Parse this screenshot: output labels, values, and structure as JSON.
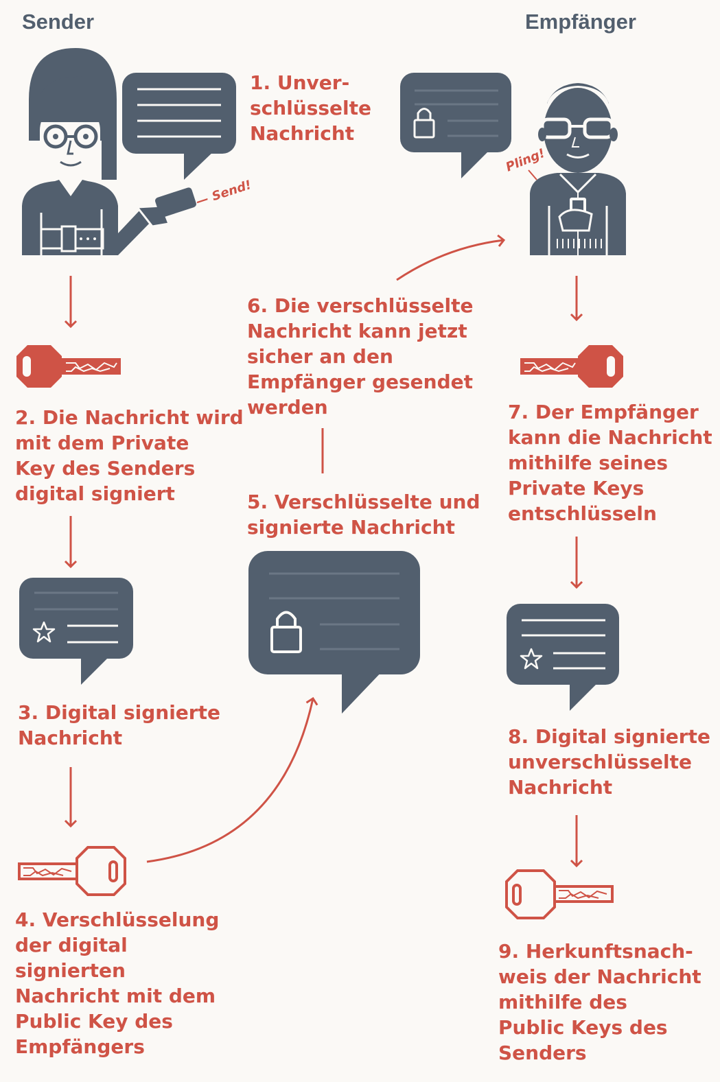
{
  "headers": {
    "sender": "Sender",
    "receiver": "Empfänger"
  },
  "steps": {
    "s1": "1. Unver-\nschlüsselte\nNachricht",
    "s2": "2. Die Nachricht wird\nmit dem Private\nKey des Senders\ndigital signiert",
    "s3": "3. Digital signierte\nNachricht",
    "s4": "4. Verschlüsselung\nder digital\nsignierten\nNachricht mit dem\nPublic Key des\nEmpfängers",
    "s5": "5. Verschlüsselte und\nsignierte Nachricht",
    "s6": "6. Die verschlüsselte\nNachricht kann jetzt\nsicher an den\nEmpfänger gesendet\nwerden",
    "s7": "7. Der Empfänger\nkann die Nachricht\nmithilfe seines\nPrivate Keys\nentschlüsseln",
    "s8": "8. Digital signierte\nunverschlüsselte\nNachricht",
    "s9": "9. Herkunftsnach-\nweis der Nachricht\nmithilfe des\nPublic Keys des\nSenders"
  },
  "notes": {
    "send": "— Send!",
    "pling": "Pling!"
  },
  "colors": {
    "slate": "#525f6e",
    "red": "#cf5346",
    "background": "#fbf9f6"
  }
}
